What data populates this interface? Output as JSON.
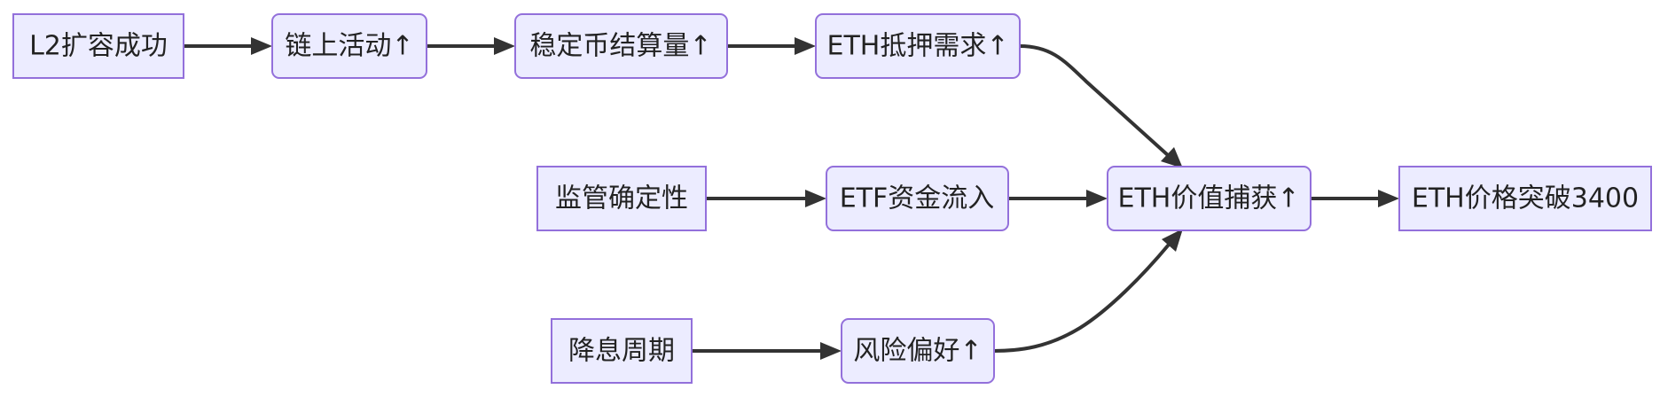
{
  "nodes": {
    "l2": "L2扩容成功",
    "onchain": "链上活动↑",
    "stablecoin": "稳定币结算量↑",
    "collateral": "ETH抵押需求↑",
    "regulation": "监管确定性",
    "etf": "ETF资金流入",
    "capture": "ETH价值捕获↑",
    "price": "ETH价格突破3400",
    "ratecut": "降息周期",
    "risk": "风险偏好↑"
  },
  "edges": [
    [
      "l2",
      "onchain"
    ],
    [
      "onchain",
      "stablecoin"
    ],
    [
      "stablecoin",
      "collateral"
    ],
    [
      "collateral",
      "capture"
    ],
    [
      "regulation",
      "etf"
    ],
    [
      "etf",
      "capture"
    ],
    [
      "capture",
      "price"
    ],
    [
      "ratecut",
      "risk"
    ],
    [
      "risk",
      "capture"
    ]
  ],
  "colors": {
    "node_fill": "#ECECFF",
    "node_border": "#9370DB",
    "edge": "#333333",
    "text": "#222222"
  }
}
